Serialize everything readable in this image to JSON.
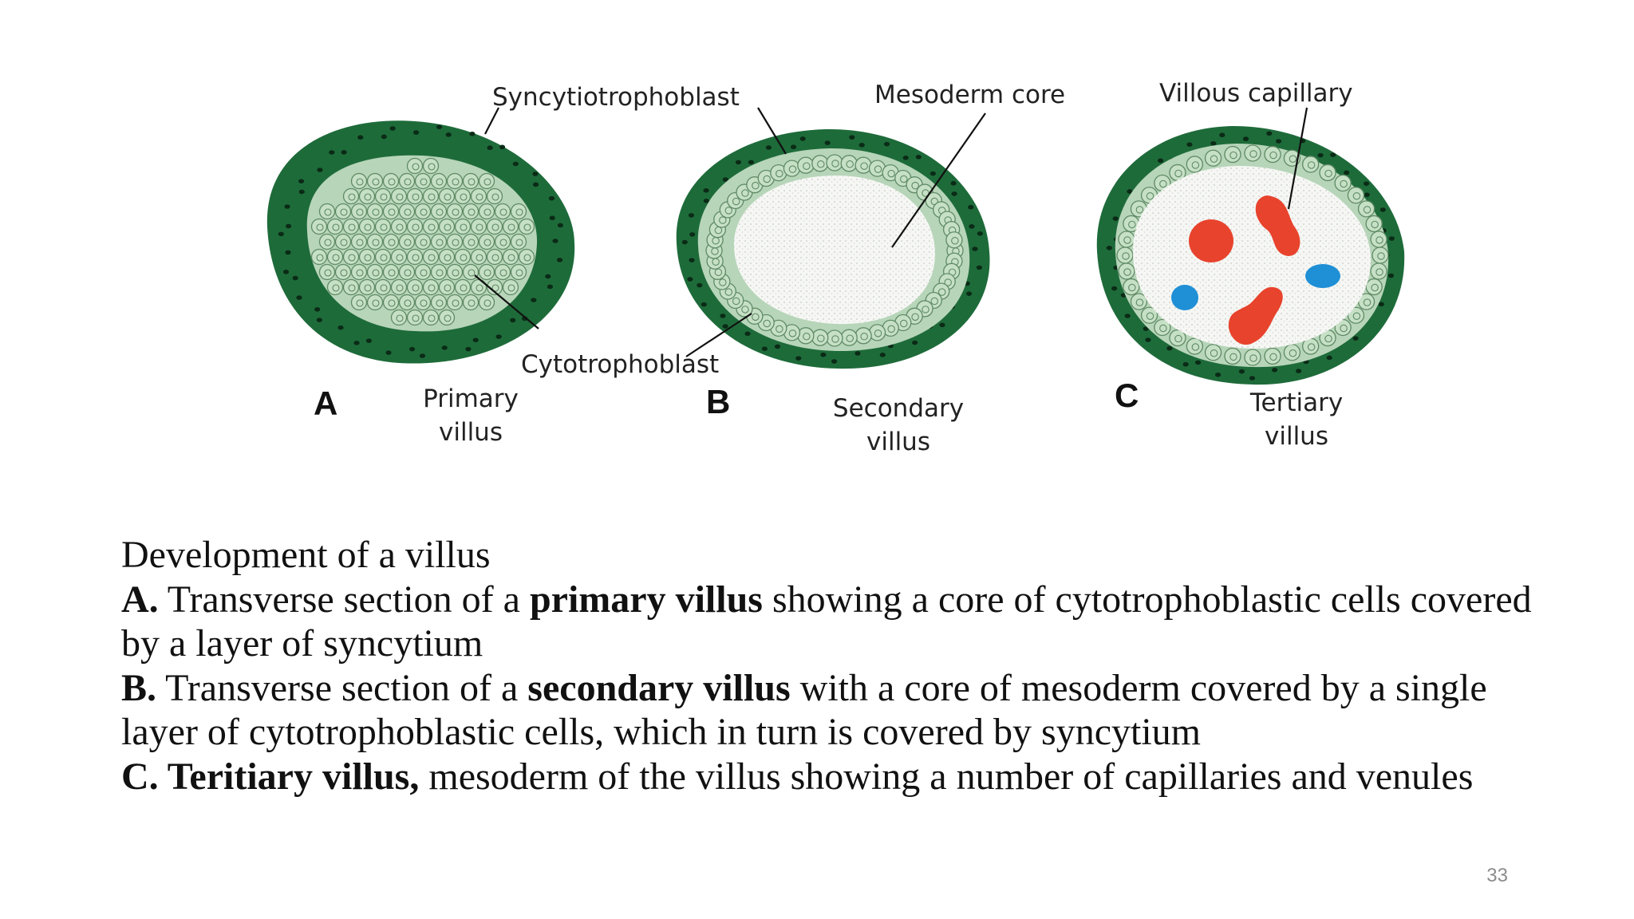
{
  "labels": {
    "syncytiotrophoblast": "Syncytiotrophoblast",
    "mesoderm_core": "Mesoderm core",
    "villous_capillary": "Villous capillary",
    "cytotrophoblast": "Cytotrophoblast"
  },
  "panels": [
    {
      "letter": "A",
      "line1": "Primary",
      "line2": "villus"
    },
    {
      "letter": "B",
      "line1": "Secondary",
      "line2": "villus"
    },
    {
      "letter": "C",
      "line1": "Tertiary",
      "line2": "villus"
    }
  ],
  "caption": {
    "title": "Development of a villus",
    "a": {
      "label": "A.",
      "pre": " Transverse section of a ",
      "bold": "primary villus",
      "post": " showing a core of cytotrophoblastic cells covered by a layer of syncytium"
    },
    "b": {
      "label": "B.",
      "pre": " Transverse section of a ",
      "bold": "secondary villus",
      "post": " with a core of mesoderm covered by a single layer of cytotrophoblastic cells, which in turn is covered by syncytium"
    },
    "c": {
      "label": "C. Teritiary villus,",
      "post": " mesoderm of the villus showing a number of capillaries and venules"
    }
  },
  "slide_number": "33",
  "colors": {
    "syncytium": "#1e6b3a",
    "cytotrophoblast": "#b7d5b9",
    "mesoderm": "#f6f7f4",
    "artery": "#e8432d",
    "vein": "#1f8fd6"
  }
}
